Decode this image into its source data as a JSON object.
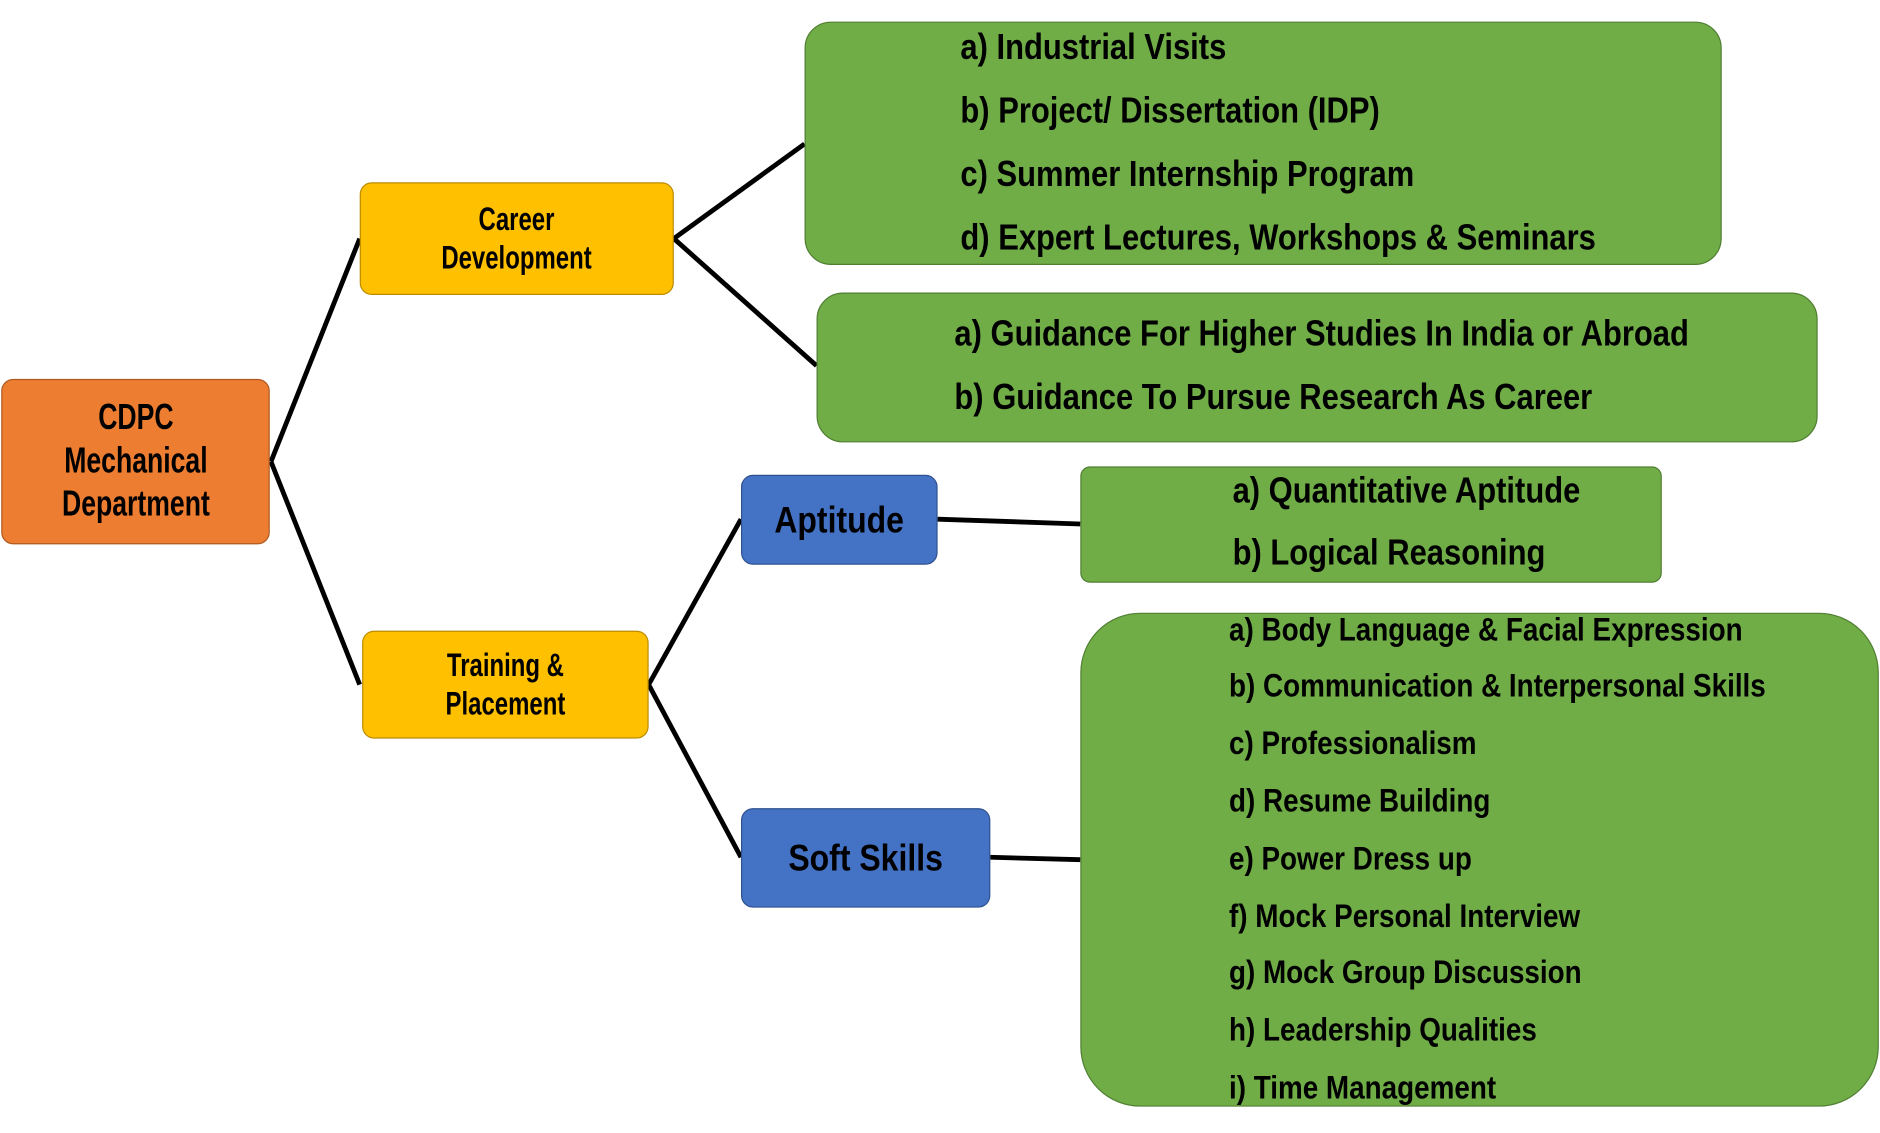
{
  "colors": {
    "root": "#ED7D31",
    "category": "#FFC000",
    "subcategory": "#4472C4",
    "leaf": "#70AD47",
    "connector": "#000000"
  },
  "root": {
    "lines": [
      "CDPC",
      "Mechanical",
      "Department"
    ]
  },
  "career": {
    "lines": [
      "Career",
      "Development"
    ],
    "group1": [
      "a) Industrial Visits",
      "b) Project/ Dissertation (IDP)",
      "c) Summer Internship Program",
      "d) Expert Lectures, Workshops & Seminars"
    ],
    "group2": [
      "a) Guidance For Higher Studies In India or Abroad",
      "b) Guidance To Pursue Research As Career"
    ]
  },
  "training": {
    "lines": [
      "Training &",
      "Placement"
    ],
    "aptitude": {
      "label": "Aptitude",
      "items": [
        "a) Quantitative Aptitude",
        "b) Logical Reasoning"
      ]
    },
    "soft_skills": {
      "label": "Soft Skills",
      "items": [
        "a) Body Language & Facial Expression",
        "b) Communication & Interpersonal Skills",
        "c) Professionalism",
        "d) Resume Building",
        "e) Power Dress up",
        "f) Mock Personal Interview",
        "g) Mock Group Discussion",
        "h) Leadership Qualities",
        "i) Time Management"
      ]
    }
  }
}
